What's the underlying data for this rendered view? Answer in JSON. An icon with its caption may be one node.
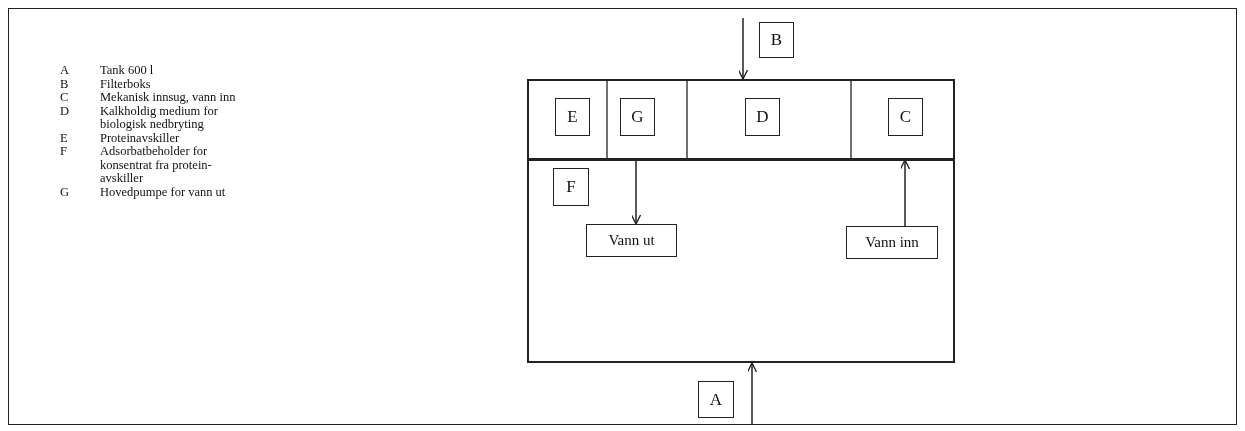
{
  "diagram": {
    "nodes": [
      {
        "text": [],
        "shape": "box"
      },
      {
        "text": [
          "E"
        ],
        "in": 0
      },
      {
        "text": [
          "G"
        ],
        "in": 0
      },
      {
        "text": [
          "D"
        ],
        "in": 0
      },
      {
        "text": [
          "C"
        ],
        "in": 0
      },
      {
        "text": [],
        "shape": "box"
      },
      {
        "text": [
          "F"
        ],
        "in": 5
      },
      {
        "text": [
          "Vann ut"
        ],
        "in": 5
      },
      {
        "text": [
          "Vann inn"
        ],
        "in": 5
      },
      {
        "text": [
          "B"
        ]
      },
      {
        "text": [
          "A"
        ]
      }
    ],
    "edges": [
      {
        "from": null,
        "to": 0,
        "arrow": "to"
      },
      {
        "from": 0,
        "to": 7,
        "arrow": "to"
      },
      {
        "from": 8,
        "to": 0,
        "arrow": "to"
      },
      {
        "from": null,
        "to": 5,
        "arrow": "to"
      }
    ],
    "labels": [
      "A",
      "Tank 600 l",
      "B",
      "Filterboks",
      "C",
      "Mekanisk innsug, vann inn",
      "D",
      "Kalkholdig medium for biologisk nedbryting",
      "E",
      "Proteinavskiller",
      "F",
      "Adsorbatbeholder for konsentrat fra protein-avskiller",
      "G",
      "Hovedpumpe for vann ut"
    ]
  }
}
